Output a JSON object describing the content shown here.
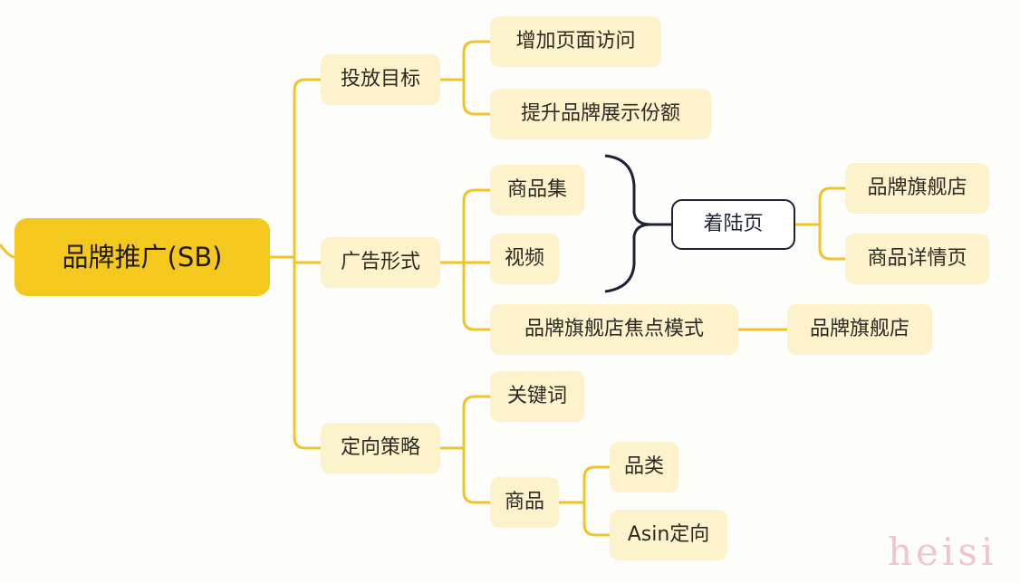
{
  "root": "品牌推广(SB)",
  "branches": {
    "goal": {
      "label": "投放目标",
      "children": [
        "增加页面访问",
        "提升品牌展示份额"
      ]
    },
    "format": {
      "label": "广告形式",
      "children": [
        "商品集",
        "视频",
        "品牌旗舰店焦点模式"
      ],
      "landing": {
        "label": "着陆页",
        "children": [
          "品牌旗舰店",
          "商品详情页"
        ]
      },
      "focus_child": "品牌旗舰店"
    },
    "targeting": {
      "label": "定向策略",
      "children": [
        "关键词",
        "商品"
      ],
      "product_children": [
        "品类",
        "Asin定向"
      ]
    }
  },
  "watermark": "heisi",
  "colors": {
    "line": "#f0c428",
    "root": "#f5c81e",
    "node": "#fcf2cc"
  }
}
